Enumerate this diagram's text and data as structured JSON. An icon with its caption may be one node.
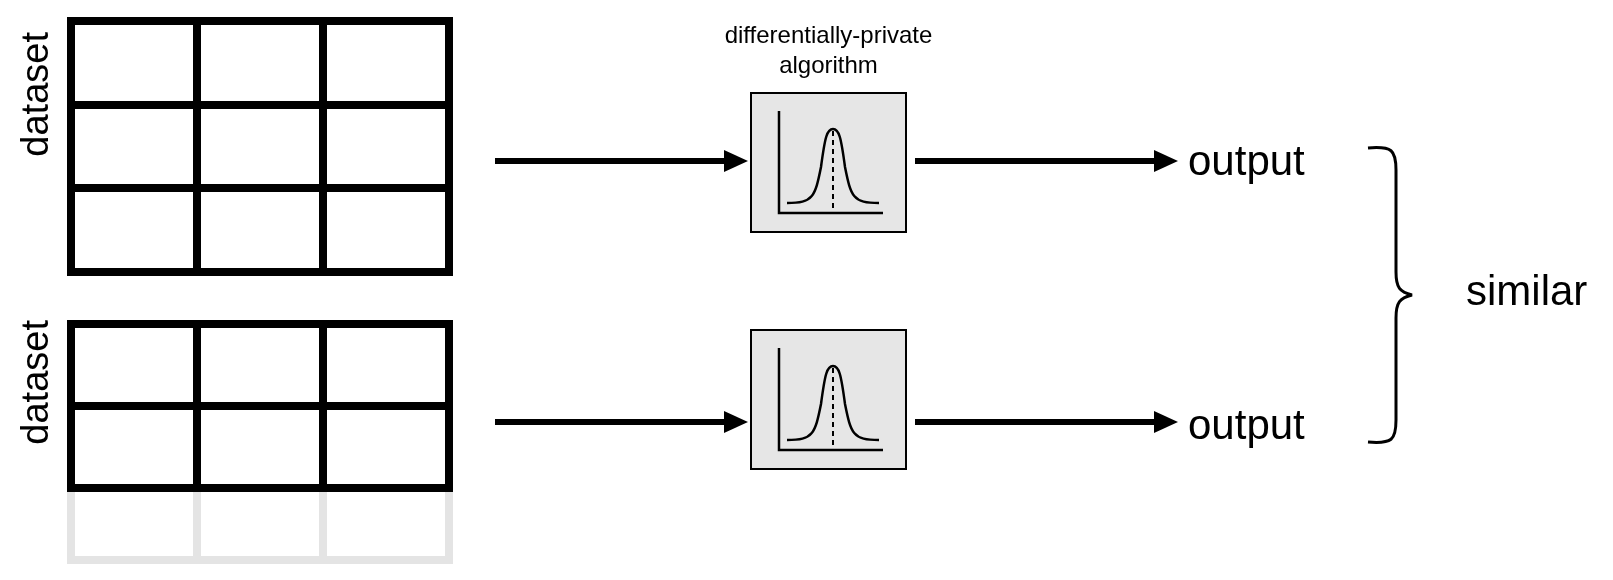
{
  "diagram": {
    "nodes": [
      {
        "text": [
          "dataset"
        ]
      },
      {
        "text": [
          "dataset"
        ]
      },
      {
        "text": [
          "differentially-private algorithm"
        ]
      },
      {
        "text": [],
        "shape": "box"
      },
      {
        "text": [
          "output"
        ]
      },
      {
        "text": [
          "output"
        ]
      }
    ],
    "edges": [
      {
        "from": 0,
        "to": 2,
        "arrow": "to"
      },
      {
        "from": 2,
        "to": 4,
        "arrow": "to"
      },
      {
        "from": 1,
        "to": 3,
        "arrow": "to"
      },
      {
        "from": 3,
        "to": 5,
        "arrow": "to"
      }
    ],
    "labels": [
      "similar"
    ]
  }
}
